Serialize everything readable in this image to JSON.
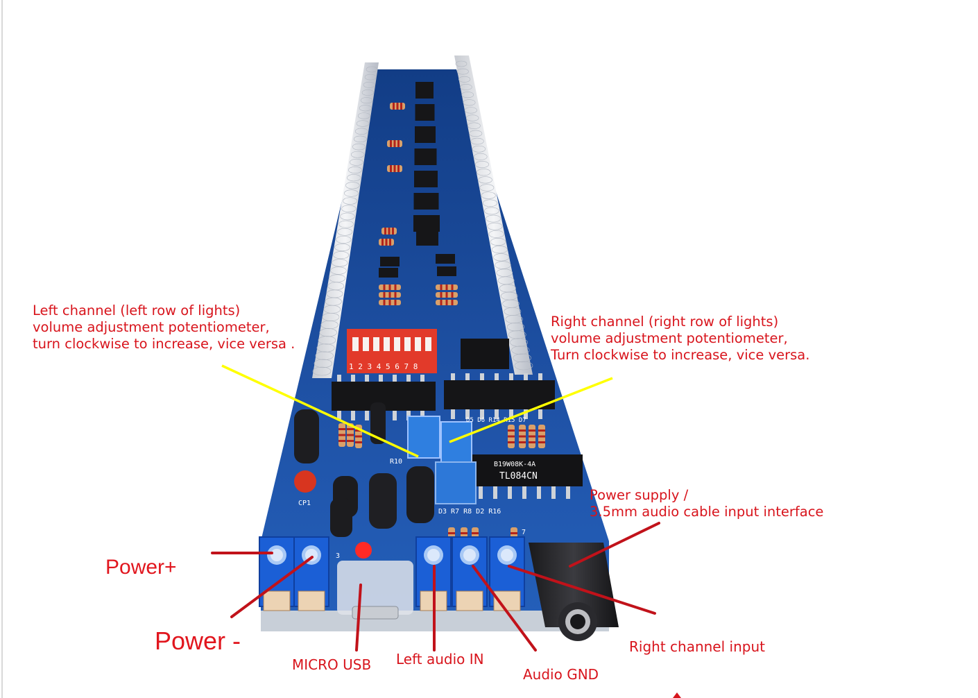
{
  "annotations": {
    "left_channel": {
      "line1": "Left channel (left row of lights)",
      "line2": "volume adjustment potentiometer,",
      "line3": "turn clockwise to increase, vice versa ."
    },
    "right_channel": {
      "line1": "Right channel (right row of lights)",
      "line2": "volume adjustment potentiometer,",
      "line3": "Turn clockwise to increase, vice versa."
    },
    "power_supply": {
      "line1": "Power supply /",
      "line2": "3.5mm audio cable input interface"
    },
    "power_plus": "Power+",
    "power_minus": "Power -",
    "micro_usb": "MICRO USB",
    "left_audio_in": "Left audio IN",
    "audio_gnd": "Audio GND",
    "right_channel_input": "Right channel input"
  },
  "board_markings": {
    "ic_main": "TL084CN",
    "ic_sub": "B19W08K-4A",
    "dip_numbers": "1 2 3 4 5 6 7 8",
    "silk_r10": "R10",
    "silk_cp1": "CP1",
    "silk_d3_r7_r8_d2_r16": "D3  R7 R8  D2  R16",
    "silk_d5_d6": "D5 D6  R14 R15 D7",
    "silk_3": "3",
    "silk_7": "7"
  },
  "colors": {
    "pcb_blue": "#1f4f9f",
    "terminal_blue": "#1b5fd6",
    "annotation_red": "#e1161e",
    "pointer_yellow": "#ffff00"
  }
}
